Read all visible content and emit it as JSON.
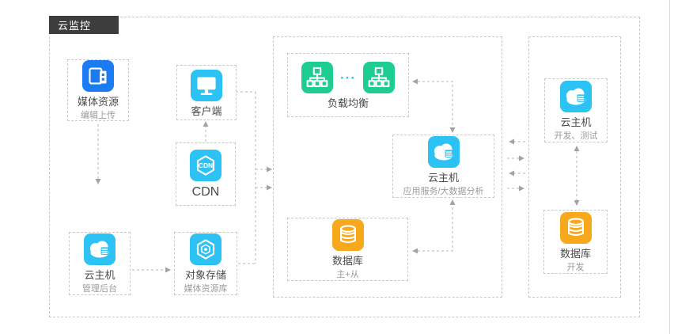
{
  "app": {
    "label": "云监控"
  },
  "colors": {
    "blue": "#1b7cf2",
    "cyan": "#2cc2f4",
    "green": "#1ecd92",
    "orange": "#f7a81b",
    "border": "#c8c8c8",
    "connector": "#b5b5b5",
    "label_bg": "#3d3d3d",
    "title_text": "#4a4a4a",
    "subtitle_text": "#9b9b9b"
  },
  "nodes": [
    {
      "id": "media-resource",
      "title": "媒体资源",
      "subtitle": "编辑上传",
      "icon": "media-icon",
      "color": "blue"
    },
    {
      "id": "client",
      "title": "客户端",
      "icon": "monitor-icon",
      "color": "cyan"
    },
    {
      "id": "cdn",
      "title": "CDN",
      "icon_text": "CDN",
      "icon": "cdn-icon",
      "color": "cyan"
    },
    {
      "id": "cloud-host-admin",
      "title": "云主机",
      "subtitle": "管理后台",
      "icon": "cloud-server-icon",
      "color": "cyan"
    },
    {
      "id": "object-storage",
      "title": "对象存储",
      "subtitle": "媒体资源库",
      "icon": "hexagon-storage-icon",
      "color": "cyan"
    },
    {
      "id": "load-balancer",
      "title": "负载均衡",
      "dots": "···",
      "icon": "load-balancer-icon",
      "color": "green"
    },
    {
      "id": "cloud-host-app",
      "title": "云主机",
      "subtitle": "应用服务/大数据分析",
      "icon": "cloud-server-icon",
      "color": "cyan"
    },
    {
      "id": "database-master-slave",
      "title": "数据库",
      "subtitle": "主+从",
      "icon": "database-icon",
      "color": "orange"
    },
    {
      "id": "cloud-host-dev",
      "title": "云主机",
      "subtitle": "开发、测试",
      "icon": "cloud-server-icon",
      "color": "cyan"
    },
    {
      "id": "database-dev",
      "title": "数据库",
      "subtitle": "开发",
      "icon": "database-icon",
      "color": "orange"
    }
  ]
}
